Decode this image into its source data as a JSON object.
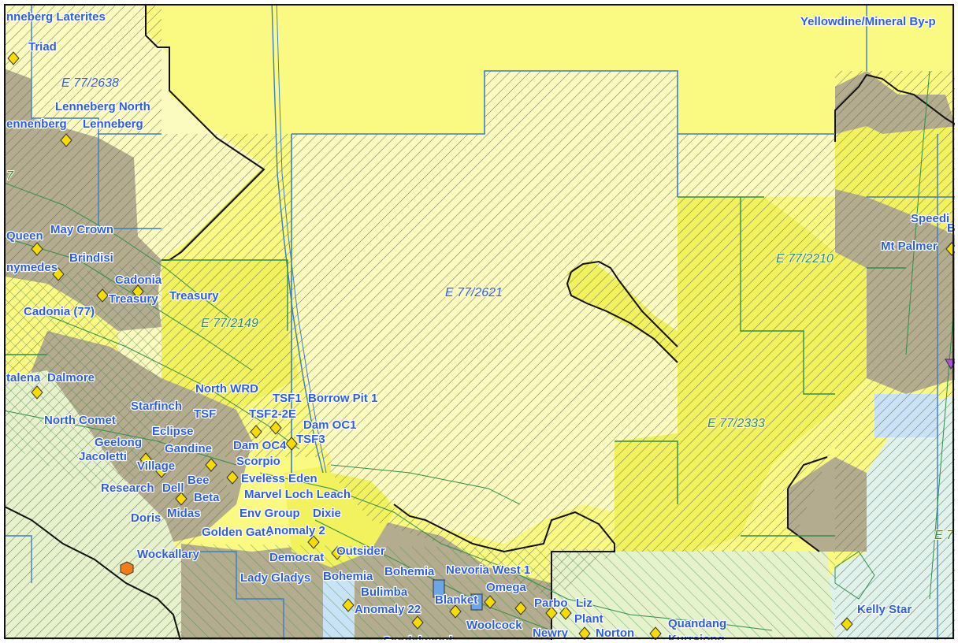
{
  "colors": {
    "background_yellow": "#fafa82",
    "pale_yellow": "#fbfbc0",
    "bright_yellow": "#f2f25e",
    "pale_green": "#e6f2cc",
    "grey_brown": "#b3ac8e",
    "mint": "#dff3ec",
    "light_blue": "#c9e2f5",
    "hatch": "#6c6c58",
    "hatch_green": "#2e8a40",
    "outline_blue": "#3c7cc6",
    "outline_green": "#2f8f46",
    "outline_black": "#111111",
    "label_blue": "#2d5fd8",
    "marker_yellow": "#f7dc00",
    "marker_orange": "#f07d1b",
    "marker_purple": "#b050d8",
    "marker_blue": "#6aa6e8"
  },
  "tenement_labels": [
    {
      "text": "E 77/2638",
      "style": "blue"
    },
    {
      "text": "E 77/2621",
      "style": "blue"
    },
    {
      "text": "E 77/2149",
      "style": "green"
    },
    {
      "text": "E 77/2210",
      "style": "green"
    },
    {
      "text": "E 77/2333",
      "style": "green"
    },
    {
      "text": "E 7",
      "style": "green"
    },
    {
      "text": "7",
      "style": "green"
    }
  ],
  "site_labels": [
    "nneberg Laterites",
    "Triad",
    "Lenneberg North",
    "ennenberg",
    "Lenneberg",
    "Yellowdine/Mineral By-p",
    "Queen",
    "May Crown",
    "Brindisi",
    "nymedes",
    "Cadonia",
    "Treasury",
    "Treasury",
    "Cadonia (77)",
    "Speedi",
    "Mt Palmer",
    "B",
    "talena",
    "Dalmore",
    "North WRD",
    "TSF1",
    "Borrow Pit 1",
    "Starfinch",
    "TSF",
    "North Comet",
    "TSF2-2E",
    "Dam OC1",
    "Eclipse",
    "Geelong",
    "Gandine",
    "Dam OC4",
    "TSF3",
    "Jacoletti",
    "Scorpio",
    "Village",
    "Bee",
    "Eveless Eden",
    "Research",
    "Dell",
    "Beta",
    "Marvel Loch Leach",
    "Doris",
    "Midas",
    "Env Group",
    "Dixie",
    "Golden Gate",
    "Anomaly 2",
    "Wockallary",
    "Outsider",
    "Democrat",
    "Lady Gladys",
    "Bohemia",
    "Bohemia",
    "Nevoria West 1",
    "Bulimba",
    "Omega",
    "Anomaly 22",
    "Blanket",
    "Parbo",
    "Liz",
    "Plant",
    "Woolcock",
    "Quandang",
    "Newry",
    "Norton",
    "Kurrajong",
    "Sandalwood",
    "Kelly Star"
  ]
}
